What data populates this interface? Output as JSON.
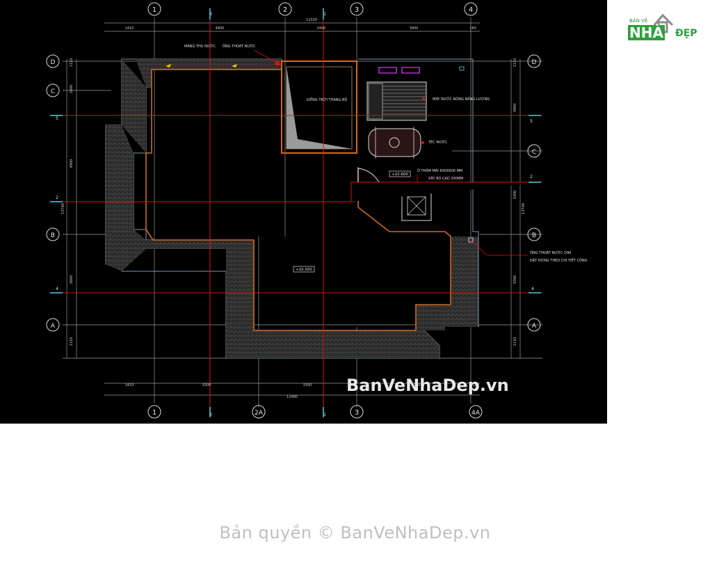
{
  "logo": {
    "top_line": "BẢN VẼ",
    "nhi": "NHÀ",
    "dep": "ĐẸP"
  },
  "watermark_site": "BanVeNhaDep.vn",
  "copyright": "Bản quyền © BanVeNhaDep.vn",
  "drawing": {
    "grid_top": [
      "1",
      "3",
      "2",
      "3",
      "4"
    ],
    "grid_top_small": [
      "1"
    ],
    "grid_bottom": [
      "1",
      "3",
      "2A",
      "1",
      "3",
      "4A"
    ],
    "grid_rows_left": [
      "D",
      "C",
      "5",
      "2",
      "B",
      "4",
      "A"
    ],
    "grid_rows_right": [
      "D",
      "5",
      "C",
      "2",
      "B",
      "4",
      "A"
    ],
    "dims_top": [
      "1410",
      "4400",
      "12320",
      "2400",
      "3900",
      "180"
    ],
    "dims_bottom": [
      "1410",
      "3300",
      "3300",
      "3300",
      "180",
      "12480"
    ],
    "dims_left": [
      "1110",
      "1000",
      "4900",
      "13700",
      "3600",
      "1110"
    ],
    "dims_right": [
      "1110",
      "3900",
      "3300",
      "13700",
      "3300",
      "1110"
    ],
    "labels": {
      "gutter": "MÁNG THU NƯỚC",
      "downpipe": "ỐNG THOÁT NƯỚC",
      "stair_void": "GIẾNG TRỜI THANG BỘ",
      "solar": "MÁY NƯỚC NÓNG NĂNG LƯỢNG",
      "tank": "TÉC NƯỚC",
      "hatch_line1": "Ô THĂM MÁI 600X600 MM",
      "hatch_line2": "XÂY BO CAO 200MM",
      "level_top": "+10.600",
      "level_roof": "+10.500",
      "pipe_note_line1": "ỐNG THOÁT NƯỚC D90",
      "pipe_note_line2": "ĐẶT ĐỨNG THEO CHI TIẾT CÔNG"
    },
    "colors": {
      "grid": "#e01010",
      "dim": "#c8c8c8",
      "tile": "#3a3a3a",
      "orange": "#d2691e",
      "outline": "#7f9aa8",
      "cyan": "#4dd0e1"
    }
  }
}
